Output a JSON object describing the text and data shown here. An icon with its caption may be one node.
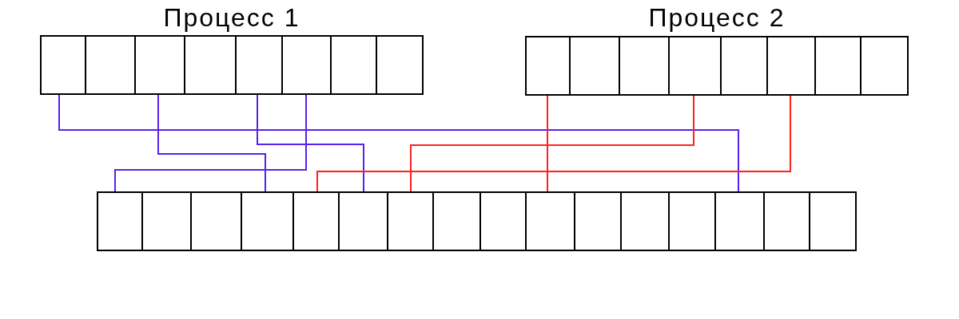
{
  "diagram": {
    "nodes": [
      {
        "text": [
          "Процесс 1"
        ]
      },
      {
        "text": [],
        "shape": "box",
        "in": 0
      },
      {
        "text": [],
        "shape": "box",
        "in": 0
      },
      {
        "text": [],
        "shape": "box",
        "in": 0
      },
      {
        "text": [],
        "shape": "box",
        "in": 0
      },
      {
        "text": [],
        "shape": "box",
        "in": 0
      },
      {
        "text": [],
        "shape": "box",
        "in": 0
      },
      {
        "text": [],
        "shape": "box",
        "in": 0
      },
      {
        "text": [],
        "shape": "box",
        "in": 0
      },
      {
        "text": [
          "Процесс 2"
        ]
      },
      {
        "text": [],
        "shape": "box",
        "in": 9
      },
      {
        "text": [],
        "shape": "box",
        "in": 9
      },
      {
        "text": [],
        "shape": "box",
        "in": 9
      },
      {
        "text": [],
        "shape": "box",
        "in": 9
      },
      {
        "text": [],
        "shape": "box",
        "in": 9
      },
      {
        "text": [],
        "shape": "box",
        "in": 9
      },
      {
        "text": [],
        "shape": "box",
        "in": 9
      },
      {
        "text": [],
        "shape": "box",
        "in": 9
      },
      {
        "text": [],
        "shape": "box"
      },
      {
        "text": [],
        "shape": "box",
        "in": 18
      },
      {
        "text": [],
        "shape": "box",
        "in": 18
      },
      {
        "text": [],
        "shape": "box",
        "in": 18
      },
      {
        "text": [],
        "shape": "box",
        "in": 18
      },
      {
        "text": [],
        "shape": "box",
        "in": 18
      },
      {
        "text": [],
        "shape": "box",
        "in": 18
      },
      {
        "text": [],
        "shape": "box",
        "in": 18
      },
      {
        "text": [],
        "shape": "box",
        "in": 18
      },
      {
        "text": [],
        "shape": "box",
        "in": 18
      },
      {
        "text": [],
        "shape": "box",
        "in": 18
      },
      {
        "text": [],
        "shape": "box",
        "in": 18
      },
      {
        "text": [],
        "shape": "box",
        "in": 18
      },
      {
        "text": [],
        "shape": "box",
        "in": 18
      },
      {
        "text": [],
        "shape": "box",
        "in": 18
      },
      {
        "text": [],
        "shape": "box",
        "in": 18
      },
      {
        "text": [],
        "shape": "box",
        "in": 18
      }
    ],
    "edges": [
      {
        "from": 1,
        "to": 32,
        "arrow": "none"
      },
      {
        "from": 3,
        "to": 22,
        "arrow": "none"
      },
      {
        "from": 5,
        "to": 24,
        "arrow": "none"
      },
      {
        "from": 6,
        "to": 19,
        "arrow": "none"
      },
      {
        "from": 10,
        "to": 28,
        "arrow": "none",
        "color": "#ff2020"
      },
      {
        "from": 13,
        "to": 25,
        "arrow": "none",
        "color": "#ff2020"
      },
      {
        "from": 15,
        "to": 23,
        "arrow": "none",
        "color": "#ff2020"
      }
    ]
  }
}
